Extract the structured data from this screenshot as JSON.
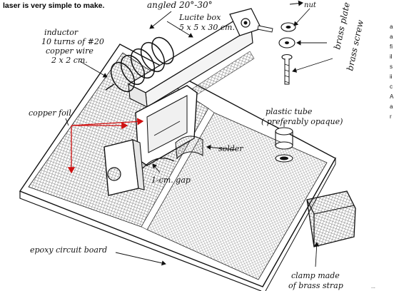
{
  "caption": "laser is very simple to make.",
  "labels": {
    "angled": "angled 20°-30°",
    "lucite_line1": "Lucite box",
    "lucite_line2": "5 x 5 x 30 cm.",
    "inductor_line1": "inductor",
    "inductor_line2": "10 turns of #20",
    "inductor_line3": "copper wire",
    "inductor_line4": "2 x 2 cm.",
    "nut": "nut",
    "brass_plate": "brass plate",
    "brass_screw": "brass screw",
    "copper_foil": "copper foil",
    "plastic_tube_line1": "plastic tube",
    "plastic_tube_line2": "( preferably opaque)",
    "solder": "solder",
    "gap": "1-cm. gap",
    "epoxy": "epoxy circuit board",
    "clamp_line1": "clamp made",
    "clamp_line2": "of brass strap",
    "right_edge_glyphs": [
      "a",
      "a",
      "fi",
      "il",
      "s",
      "ii",
      "c",
      "A",
      "a",
      "r"
    ],
    "corner_mark": "..."
  },
  "colors": {
    "ink": "#111111",
    "hatch": "#555555",
    "arrow_red": "#d01010",
    "background": "#ffffff"
  }
}
